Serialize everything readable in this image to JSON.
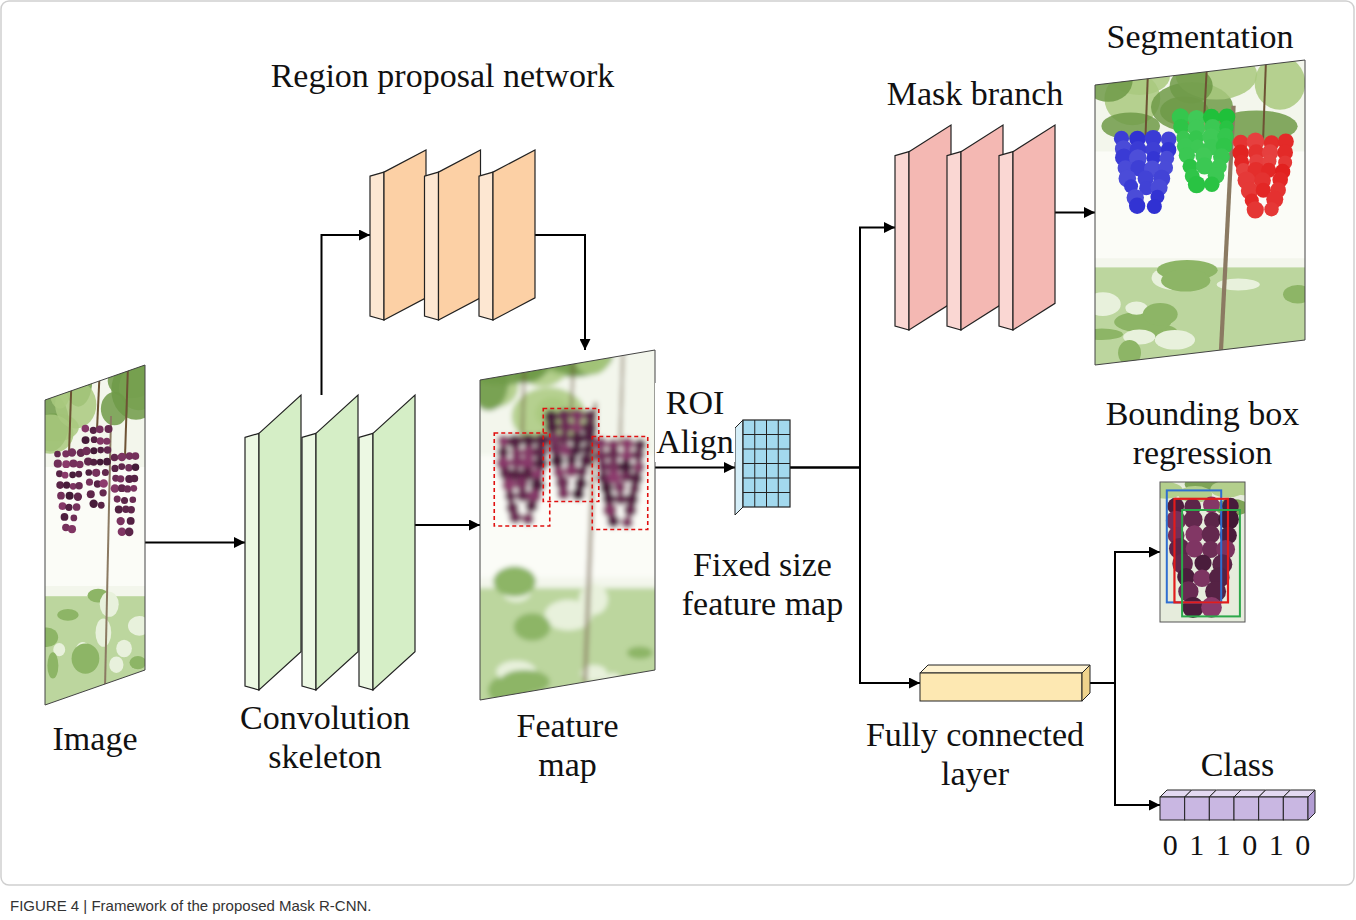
{
  "diagram": {
    "caption": "FIGURE 4 | Framework of the proposed Mask R-CNN.",
    "nodes": [
      {
        "text": [
          "Image"
        ]
      },
      {
        "text": [
          "Convolution skeleton"
        ]
      },
      {
        "text": [
          "Region proposal network"
        ]
      },
      {
        "text": [
          "Feature map"
        ]
      },
      {
        "text": [
          "Fixed size feature map"
        ]
      },
      {
        "text": [
          "Mask branch"
        ]
      },
      {
        "text": [
          "Segmentation"
        ]
      },
      {
        "text": [
          "Fully connected layer"
        ]
      },
      {
        "text": [
          "Bounding box regression"
        ]
      },
      {
        "text": [
          "Class",
          "0 1 1 0 1 0"
        ]
      }
    ],
    "edges": [
      {
        "from": 0,
        "to": 1,
        "arrow": "to"
      },
      {
        "from": 1,
        "to": 2,
        "arrow": "to"
      },
      {
        "from": 2,
        "to": 3,
        "arrow": "to"
      },
      {
        "from": 1,
        "to": 3,
        "arrow": "to"
      },
      {
        "from": 3,
        "to": 4,
        "label": "ROI Align",
        "arrow": "to"
      },
      {
        "from": 4,
        "to": 5,
        "arrow": "to"
      },
      {
        "from": 4,
        "to": 7,
        "arrow": "to"
      },
      {
        "from": 5,
        "to": 6,
        "arrow": "to"
      },
      {
        "from": 7,
        "to": 8,
        "arrow": "to"
      },
      {
        "from": 7,
        "to": 9,
        "arrow": "to"
      }
    ]
  }
}
